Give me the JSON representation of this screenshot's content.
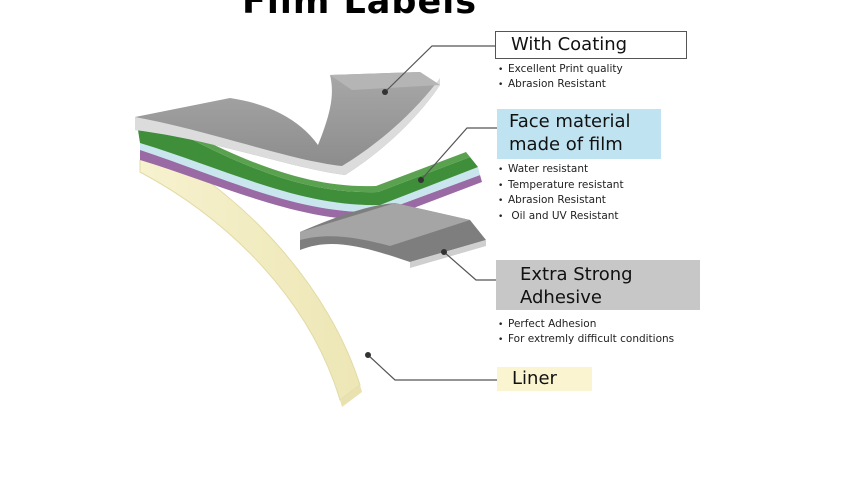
{
  "title": "Film Labels",
  "layers": {
    "coating": {
      "label": "With Coating",
      "bullets": [
        "Excellent Print quality",
        "Abrasion Resistant"
      ]
    },
    "face": {
      "label_line1": "Face material",
      "label_line2": "made of film",
      "bullets": [
        "Water resistant",
        "Temperature resistant",
        "Abrasion Resistant",
        " Oil and UV Resistant"
      ]
    },
    "adhesive": {
      "label_line1": "Extra Strong",
      "label_line2": "Adhesive",
      "bullets": [
        "Perfect Adhesion",
        "For extremly difficult conditions"
      ]
    },
    "liner": {
      "label": "Liner"
    }
  },
  "colors": {
    "coating_layer": "#9a9a9a",
    "face_green": "#3f8f3a",
    "face_purple": "#9a6aa5",
    "adhesive_layer": "#8f8f8f",
    "liner_layer": "#f4efc6",
    "face_box": "#bfe3f0",
    "adhesive_box": "#c7c7c7",
    "liner_box": "#fbf4d0"
  }
}
